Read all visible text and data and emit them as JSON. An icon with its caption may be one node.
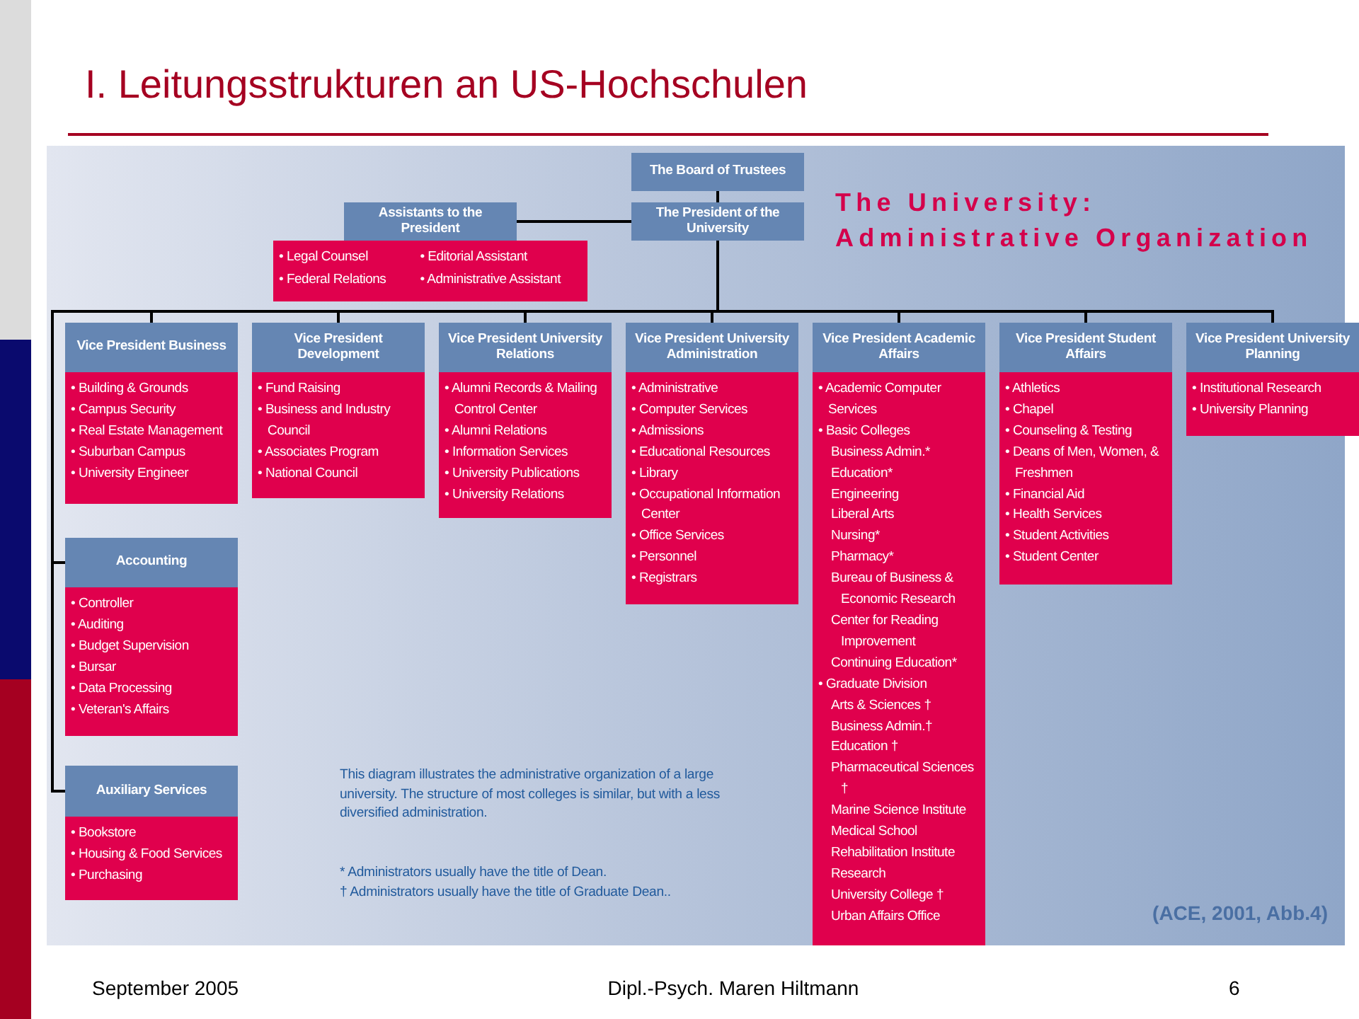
{
  "diagram": {
    "title": "I. Leitungsstrukturen an US-Hochschulen",
    "nodes": [
      {
        "text": [
          "The Board of Trustees"
        ]
      },
      {
        "text": [
          "The President of the University"
        ]
      },
      {
        "text": [
          "Assistants to the President",
          "• Legal Counsel",
          "• Federal Relations",
          "• Editorial Assistant",
          "• Administrative Assistant"
        ]
      },
      {
        "text": [
          "Vice President Business",
          "• Building & Grounds",
          "• Campus Security",
          "• Real Estate Management",
          "• Suburban Campus",
          "• University Engineer"
        ]
      },
      {
        "text": [
          "Vice President Development",
          "• Fund Raising",
          "• Business and Industry Council",
          "• Associates Program",
          "• National Council"
        ]
      },
      {
        "text": [
          "Vice President University Relations",
          "• Alumni Records & Mailing Control Center",
          "• Alumni Relations",
          "• Information Services",
          "• University Publications",
          "• University Relations"
        ]
      },
      {
        "text": [
          "Vice President University Administration",
          "• Administrative",
          "• Computer Services",
          "• Admissions",
          "• Educational Resources",
          "• Library",
          "• Occupational Information Center",
          "• Office Services",
          "• Personnel",
          "• Registrars"
        ]
      },
      {
        "text": [
          "Vice President Academic Affairs",
          "• Academic Computer Services",
          "• Basic Colleges",
          "Business Admin.*",
          "Education*",
          "Engineering",
          "Liberal Arts",
          "Nursing*",
          "Pharmacy*",
          "Bureau of Business & Economic Research",
          "Center for Reading Improvement",
          "Continuing Education*",
          "• Graduate Division",
          "Arts & Sciences †",
          "Business Admin.†",
          "Education †",
          "Pharmaceutical Sciences †",
          "Marine Science Institute",
          "Medical School",
          "Rehabilitation Institute",
          "Research",
          "University College †",
          "Urban Affairs Office"
        ]
      },
      {
        "text": [
          "Vice President Student Affairs",
          "• Athletics",
          "• Chapel",
          "• Counseling & Testing",
          "• Deans of Men, Women, & Freshmen",
          "• Financial Aid",
          "• Health Services",
          "• Student Activities",
          "• Student Center"
        ]
      },
      {
        "text": [
          "Vice President University Planning",
          "• Institutional Research",
          "• University Planning"
        ]
      },
      {
        "text": [
          "Accounting",
          "• Controller",
          "• Auditing",
          "• Budget Supervision",
          "• Bursar",
          "• Data Processing",
          "• Veteran's Affairs"
        ]
      },
      {
        "text": [
          "Auxiliary Services",
          "• Bookstore",
          "• Housing & Food Services",
          "• Purchasing"
        ]
      }
    ],
    "edges": [
      {
        "from": 0,
        "to": 1,
        "arrow": "none"
      },
      {
        "from": 2,
        "to": 1,
        "arrow": "none"
      },
      {
        "from": 1,
        "to": 3,
        "arrow": "none"
      },
      {
        "from": 1,
        "to": 4,
        "arrow": "none"
      },
      {
        "from": 1,
        "to": 5,
        "arrow": "none"
      },
      {
        "from": 1,
        "to": 6,
        "arrow": "none"
      },
      {
        "from": 1,
        "to": 7,
        "arrow": "none"
      },
      {
        "from": 1,
        "to": 8,
        "arrow": "none"
      },
      {
        "from": 1,
        "to": 9,
        "arrow": "none"
      },
      {
        "from": 1,
        "to": 10,
        "arrow": "none"
      },
      {
        "from": 1,
        "to": 11,
        "arrow": "none"
      }
    ],
    "labels": [
      "The University: Administrative Organization",
      "This diagram illustrates the administrative organization of a large university.  The structure of most colleges is similar, but with a less diversified administration.",
      "* Administrators usually have the title of Dean.",
      "† Administrators usually have the title of Graduate Dean..",
      "(ACE, 2001, Abb.4)",
      "September 2005",
      "Dipl.-Psych. Maren Hiltmann",
      "6"
    ]
  }
}
